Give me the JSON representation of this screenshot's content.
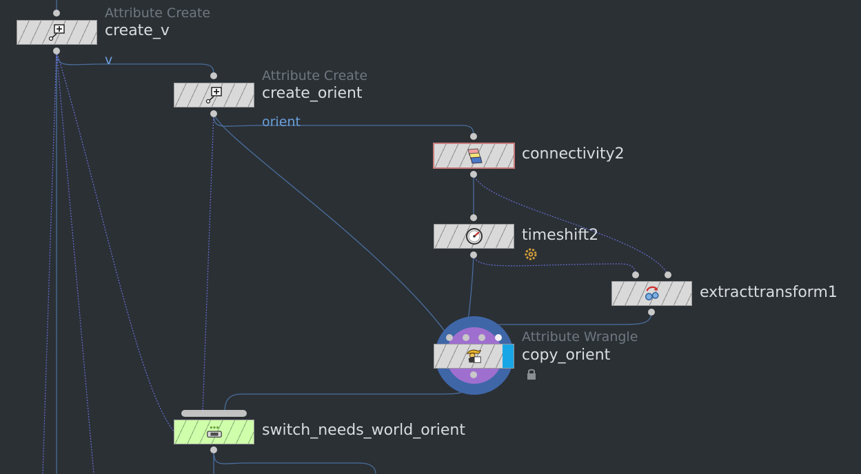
{
  "nodes": {
    "create_v": {
      "type": "Attribute Create",
      "name": "create_v"
    },
    "create_orient": {
      "type": "Attribute Create",
      "name": "create_orient"
    },
    "connectivity2": {
      "name": "connectivity2"
    },
    "timeshift2": {
      "name": "timeshift2"
    },
    "extracttransform1": {
      "name": "extracttransform1"
    },
    "copy_orient": {
      "type": "Attribute Wrangle",
      "name": "copy_orient"
    },
    "switch": {
      "name": "switch_needs_world_orient"
    }
  },
  "wire_labels": {
    "v": "v",
    "orient": "orient"
  },
  "icons": {
    "attrib_create": "attribute-create-icon",
    "connectivity": "connectivity-icon",
    "timeshift": "timeshift-gauge-icon",
    "extract": "extract-transform-icon",
    "wrangle": "attribute-wrangle-icon",
    "switch": "switch-icon",
    "gear": "gear-badge-icon",
    "lock": "lock-icon"
  },
  "colors": {
    "background": "#2b3035",
    "wire": "#4a6f9e",
    "wire_label": "#6aa0dc",
    "halo_outer": "#3f67a8",
    "halo_inner": "#9f6fd0",
    "switch_body": "#cfffaa",
    "selected_flag": "#19a6e6"
  }
}
